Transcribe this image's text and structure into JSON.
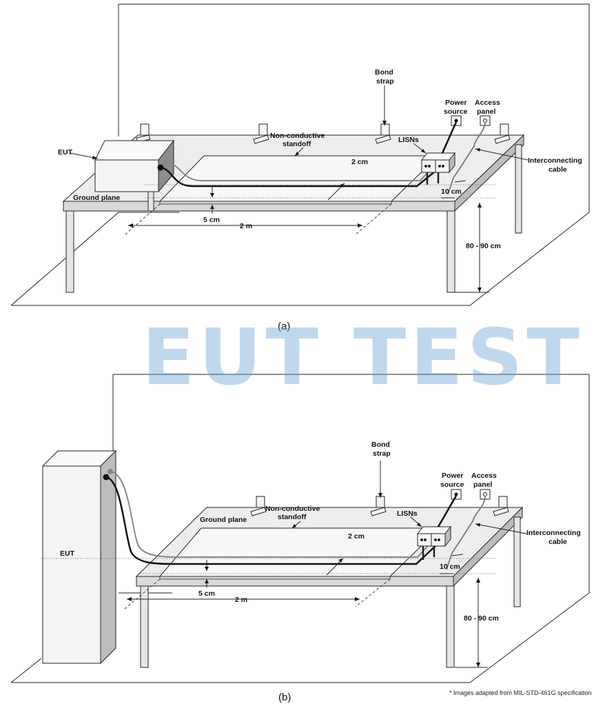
{
  "watermark": "EUT TEST",
  "footnote": "* Images adapted from MIL-STD-461G specification",
  "diagram_a": {
    "caption": "(a)",
    "labels": {
      "eut": "EUT",
      "ground_plane": "Ground plane",
      "bond_strap_1": "Bond",
      "bond_strap_2": "strap",
      "standoff_1": "Non-conductive",
      "standoff_2": "standoff",
      "lisns": "LISNs",
      "power_1": "Power",
      "power_2": "source",
      "access_1": "Access",
      "access_2": "panel",
      "cable_1": "Interconnecting",
      "cable_2": "cable",
      "dim_2cm": "2 cm",
      "dim_10cm": "10 cm",
      "dim_5cm": "5 cm",
      "dim_2m": "2 m",
      "dim_height": "80 - 90 cm"
    }
  },
  "diagram_b": {
    "caption": "(b)",
    "labels": {
      "eut": "EUT",
      "ground_plane": "Ground plane",
      "bond_strap_1": "Bond",
      "bond_strap_2": "strap",
      "standoff_1": "Non-conductive",
      "standoff_2": "standoff",
      "lisns": "LISNs",
      "power_1": "Power",
      "power_2": "source",
      "access_1": "Access",
      "access_2": "panel",
      "cable_1": "Interconnecting",
      "cable_2": "cable",
      "dim_2cm": "2 cm",
      "dim_10cm": "10 cm",
      "dim_5cm": "5 cm",
      "dim_2m": "2 m",
      "dim_height": "80 - 90 cm"
    }
  }
}
